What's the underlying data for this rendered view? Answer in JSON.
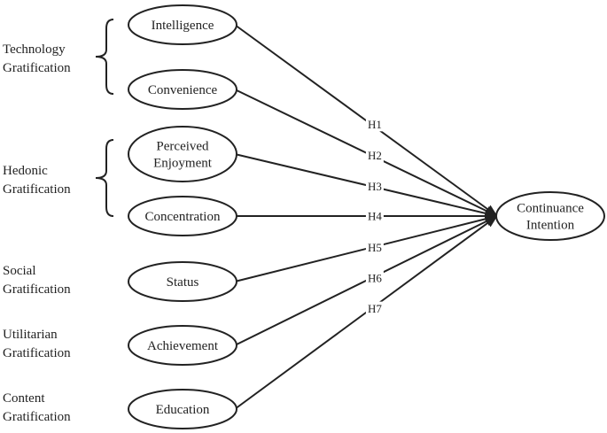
{
  "groups": [
    {
      "id": "technology",
      "label_lines": [
        "Technology",
        "Gratification"
      ]
    },
    {
      "id": "hedonic",
      "label_lines": [
        "Hedonic",
        "Gratification"
      ]
    },
    {
      "id": "social",
      "label_lines": [
        "Social",
        "Gratification"
      ]
    },
    {
      "id": "utilitarian",
      "label_lines": [
        "Utilitarian",
        "Gratification"
      ]
    },
    {
      "id": "content",
      "label_lines": [
        "Content",
        "Gratification"
      ]
    }
  ],
  "constructs": [
    {
      "id": "intelligence",
      "label_lines": [
        "Intelligence"
      ],
      "group": "technology"
    },
    {
      "id": "convenience",
      "label_lines": [
        "Convenience"
      ],
      "group": "technology"
    },
    {
      "id": "perceived-enjoyment",
      "label_lines": [
        "Perceived",
        "Enjoyment"
      ],
      "group": "hedonic"
    },
    {
      "id": "concentration",
      "label_lines": [
        "Concentration"
      ],
      "group": "hedonic"
    },
    {
      "id": "status",
      "label_lines": [
        "Status"
      ],
      "group": "social"
    },
    {
      "id": "achievement",
      "label_lines": [
        "Achievement"
      ],
      "group": "utilitarian"
    },
    {
      "id": "education",
      "label_lines": [
        "Education"
      ],
      "group": "content"
    }
  ],
  "outcome": {
    "id": "continuance-intention",
    "label_lines": [
      "Continuance",
      "Intention"
    ]
  },
  "hypotheses": [
    {
      "label": "H1",
      "from": "intelligence"
    },
    {
      "label": "H2",
      "from": "convenience"
    },
    {
      "label": "H3",
      "from": "perceived-enjoyment"
    },
    {
      "label": "H4",
      "from": "concentration"
    },
    {
      "label": "H5",
      "from": "status"
    },
    {
      "label": "H6",
      "from": "achievement"
    },
    {
      "label": "H7",
      "from": "education"
    }
  ],
  "colors": {
    "stroke": "#222222",
    "background": "#ffffff"
  }
}
